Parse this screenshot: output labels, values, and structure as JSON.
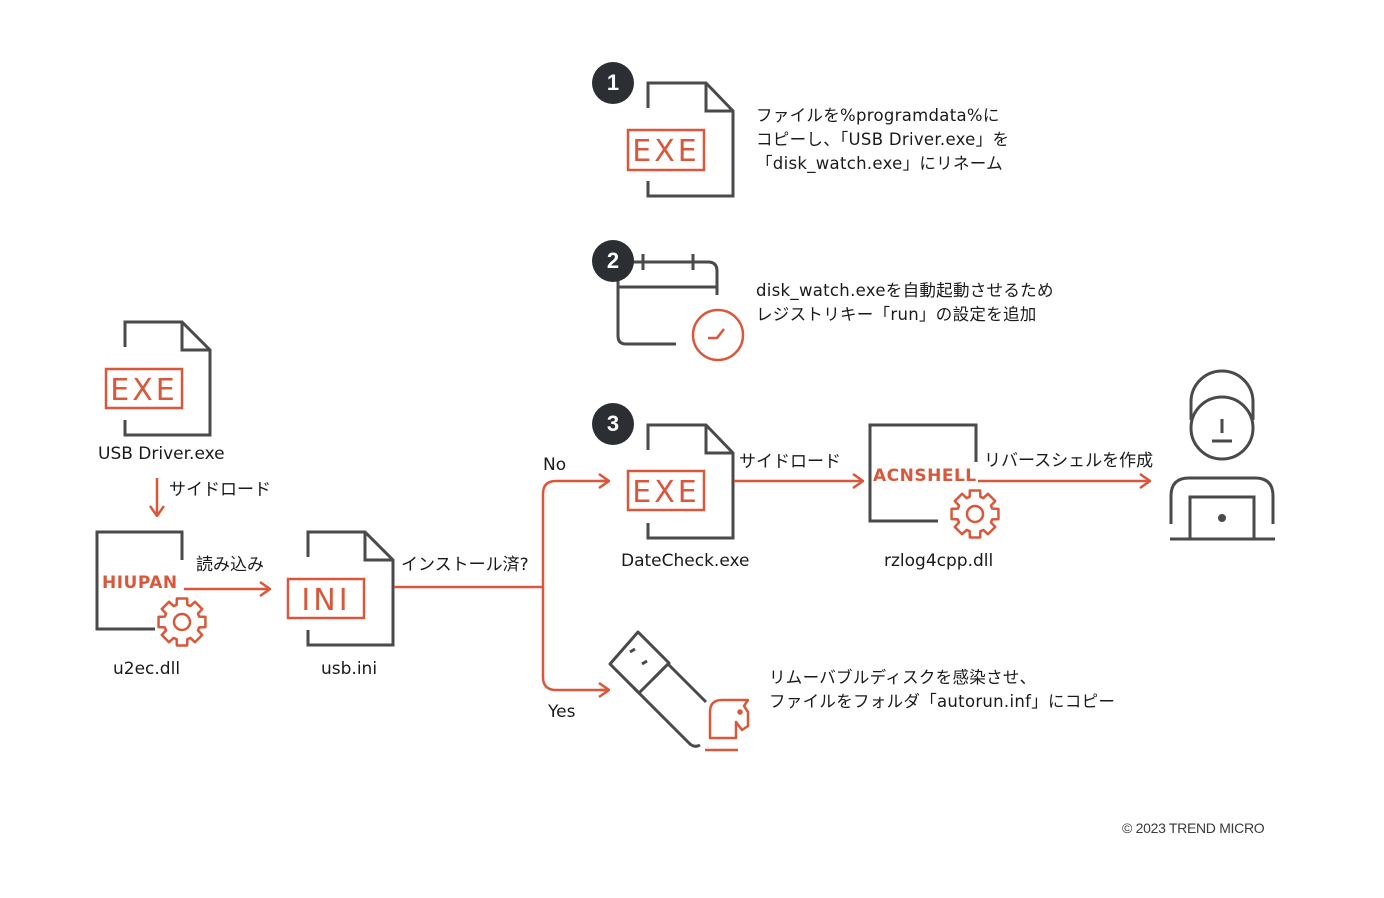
{
  "colors": {
    "accent": "#d9583b",
    "stroke": "#4a4a4a",
    "badge": "#2b2f33"
  },
  "steps": [
    {
      "number": "1",
      "icon": "exe-file-icon",
      "description": [
        "ファイルを%programdata%に",
        "コピーし、「USB Driver.exe」を",
        "「disk_watch.exe」にリネーム"
      ]
    },
    {
      "number": "2",
      "icon": "calendar-clock-icon",
      "description": [
        "disk_watch.exeを自動起動させるため",
        "レジストリキー「run」の設定を追加"
      ]
    },
    {
      "number": "3",
      "icon": "exe-file-icon"
    }
  ],
  "nodes": {
    "usb_driver": {
      "label": "USB Driver.exe",
      "badge_text": "EXE"
    },
    "u2ec": {
      "label": "u2ec.dll",
      "tag": "HIUPAN"
    },
    "usb_ini": {
      "label": "usb.ini",
      "badge_text": "INI"
    },
    "datecheck": {
      "label": "DateCheck.exe",
      "badge_text": "EXE"
    },
    "rzlog": {
      "label": "rzlog4cpp.dll",
      "tag": "ACNSHELL"
    },
    "attacker": {
      "icon": "attacker-with-laptop-icon"
    },
    "usb_stick": {
      "icon": "usb-trojan-icon",
      "description": [
        "リムーバブルディスクを感染させ、",
        "ファイルをフォルダ「autorun.inf」にコピー"
      ]
    }
  },
  "edges": {
    "sideload_1": "サイドロード",
    "read": "読み込み",
    "installed_question": "インストール済?",
    "no": "No",
    "yes": "Yes",
    "sideload_2": "サイドロード",
    "reverse_shell": "リバースシェルを作成"
  },
  "step1_badge": "EXE",
  "copyright": "© 2023 TREND MICRO"
}
